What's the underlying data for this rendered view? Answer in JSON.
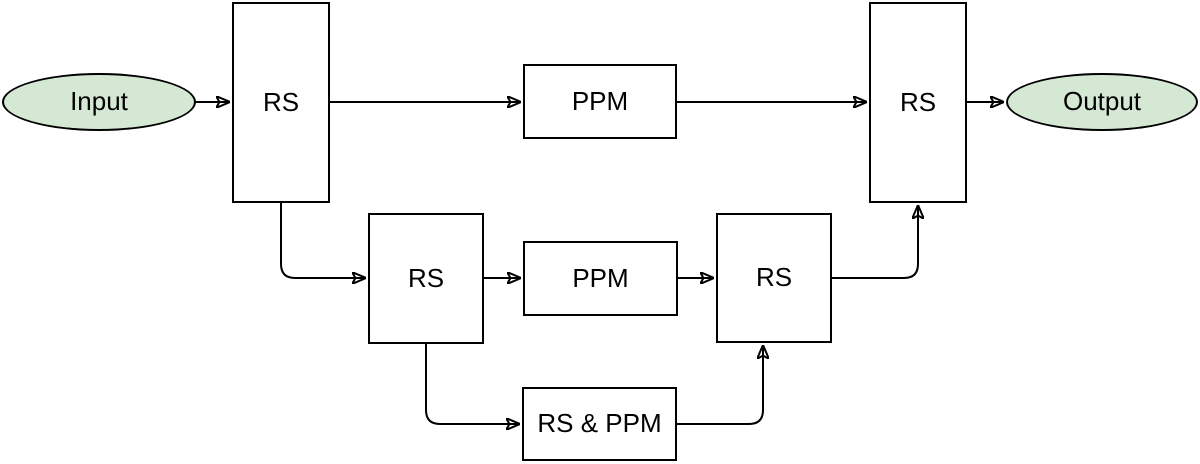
{
  "diagram": {
    "type": "flowchart",
    "colors": {
      "background": "#ffffff",
      "stroke": "#000000",
      "process_fill": "#ffffff",
      "terminal_fill": "#d5e8d4",
      "text": "#000000"
    },
    "nodes": {
      "input": {
        "label": "Input",
        "shape": "ellipse"
      },
      "rs_top_left": {
        "label": "RS",
        "shape": "rect"
      },
      "ppm_top": {
        "label": "PPM",
        "shape": "rect"
      },
      "rs_top_right": {
        "label": "RS",
        "shape": "rect"
      },
      "output": {
        "label": "Output",
        "shape": "ellipse"
      },
      "rs_mid_left": {
        "label": "RS",
        "shape": "rect"
      },
      "ppm_mid": {
        "label": "PPM",
        "shape": "rect"
      },
      "rs_mid_right": {
        "label": "RS",
        "shape": "rect"
      },
      "rs_and_ppm": {
        "label": "RS & PPM",
        "shape": "rect"
      }
    },
    "edges": [
      {
        "from": "input",
        "to": "rs_top_left",
        "style": "straight-arrow"
      },
      {
        "from": "rs_top_left",
        "to": "ppm_top",
        "style": "straight-arrow"
      },
      {
        "from": "ppm_top",
        "to": "rs_top_right",
        "style": "straight-arrow"
      },
      {
        "from": "rs_top_right",
        "to": "output",
        "style": "straight-arrow"
      },
      {
        "from": "rs_top_left",
        "to": "rs_mid_left",
        "style": "orthogonal-rounded-arrow"
      },
      {
        "from": "rs_mid_left",
        "to": "ppm_mid",
        "style": "straight-arrow"
      },
      {
        "from": "ppm_mid",
        "to": "rs_mid_right",
        "style": "straight-arrow"
      },
      {
        "from": "rs_mid_right",
        "to": "rs_top_right",
        "style": "orthogonal-rounded-arrow"
      },
      {
        "from": "rs_mid_left",
        "to": "rs_and_ppm",
        "style": "orthogonal-rounded-arrow"
      },
      {
        "from": "rs_and_ppm",
        "to": "rs_mid_right",
        "style": "orthogonal-rounded-arrow"
      }
    ]
  }
}
